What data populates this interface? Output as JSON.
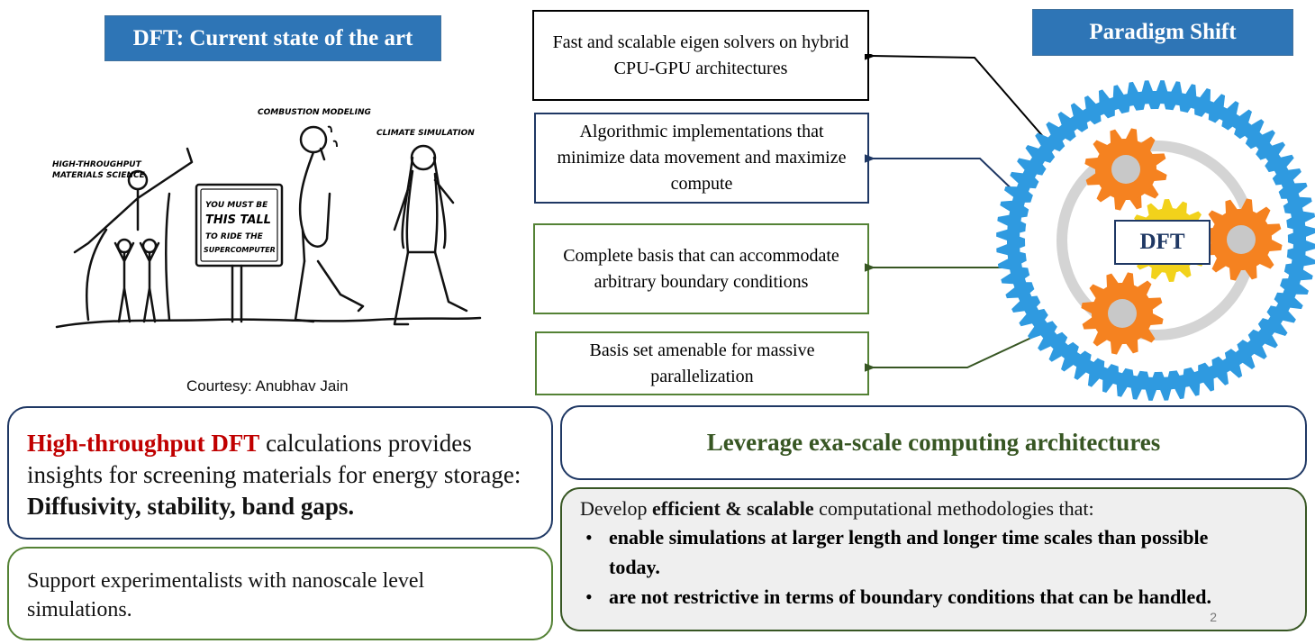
{
  "left": {
    "title": "DFT: Current state of the art",
    "comic": {
      "label_materials_line1": "HIGH-THROUGHPUT",
      "label_materials_line2": "MATERIALS SCIENCE",
      "label_combustion": "COMBUSTION MODELING",
      "label_climate": "CLIMATE SIMULATION",
      "sign_line1": "YOU MUST BE",
      "sign_line2": "THIS TALL",
      "sign_line3": "TO RIDE THE",
      "sign_line4": "SUPERCOMPUTER"
    },
    "courtesy": "Courtesy: Anubhav Jain",
    "box1": {
      "highlight": "High-throughput DFT",
      "text": " calculations provides insights for screening materials for energy storage: ",
      "bold": "Diffusivity, stability, band gaps."
    },
    "box2": {
      "text": "Support experimentalists with nanoscale level simulations."
    }
  },
  "right": {
    "title": "Paradigm Shift",
    "gear_label": "DFT",
    "features": [
      "Fast and scalable eigen solvers on hybrid CPU-GPU architectures",
      "Algorithmic implementations that minimize data movement and maximize compute",
      "Complete basis that can accommodate arbitrary boundary conditions",
      "Basis set amenable for massive parallelization"
    ],
    "leverage": "Leverage exa-scale computing architectures",
    "develop": {
      "prefix": "Develop ",
      "bold": "efficient & scalable",
      "suffix": " computational methodologies that:",
      "bullet_char": "•",
      "bullets": [
        "enable simulations at larger length and longer time scales than possible today.",
        "are not restrictive in terms of boundary conditions that can be handled."
      ]
    },
    "page_number": "2"
  },
  "colors": {
    "title_blue": "#2e75b6",
    "navy": "#1f3864",
    "green": "#548235",
    "dark_green": "#375623",
    "red": "#c00000",
    "gear_orange": "#f58220",
    "gear_yellow": "#f2d21b",
    "ring_blue": "#2f9ae0"
  }
}
